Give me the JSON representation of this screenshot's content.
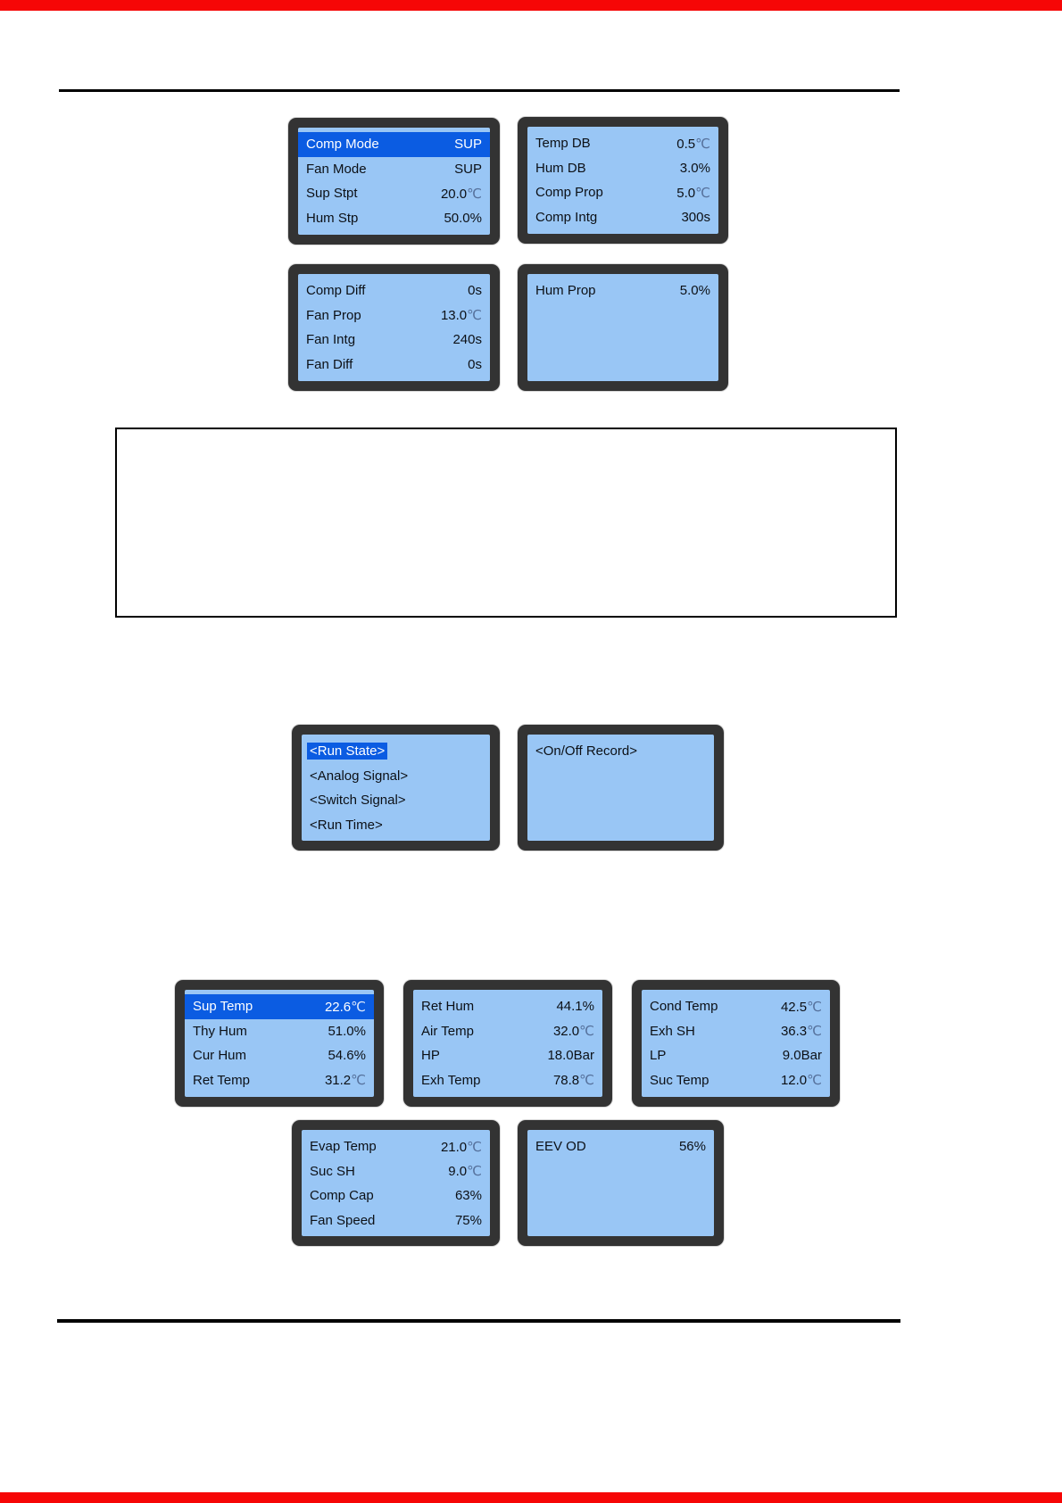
{
  "colors": {
    "page-edge": "#f60606",
    "bezel": "#333333",
    "screen-bg": "#99c6f5",
    "highlight": "#0b5ce2",
    "screen-text": "#0c1016",
    "rule": "#000000"
  },
  "screens": [
    {
      "type": "kv",
      "rows": [
        {
          "label": "Comp Mode",
          "value": "SUP",
          "selected": true
        },
        {
          "label": "Fan Mode",
          "value": "SUP"
        },
        {
          "label": "Sup Stpt",
          "value": "20.0",
          "unit": "℃"
        },
        {
          "label": "Hum Stp",
          "value": "50.0%"
        }
      ]
    },
    {
      "type": "kv",
      "rows": [
        {
          "label": "Temp DB",
          "value": "0.5",
          "unit": "℃"
        },
        {
          "label": "Hum DB",
          "value": "3.0%"
        },
        {
          "label": "Comp Prop",
          "value": "5.0",
          "unit": "℃"
        },
        {
          "label": "Comp Intg",
          "value": "300s"
        }
      ]
    },
    {
      "type": "kv",
      "rows": [
        {
          "label": "Comp Diff",
          "value": "0s"
        },
        {
          "label": "Fan Prop",
          "value": "13.0",
          "unit": "℃"
        },
        {
          "label": "Fan Intg",
          "value": "240s"
        },
        {
          "label": "Fan Diff",
          "value": "0s"
        }
      ]
    },
    {
      "type": "kv",
      "rows": [
        {
          "label": "Hum Prop",
          "value": "5.0%"
        }
      ]
    },
    {
      "type": "menu",
      "rows": [
        {
          "label": "<Run State>",
          "selected": true
        },
        {
          "label": "<Analog Signal>"
        },
        {
          "label": "<Switch Signal>"
        },
        {
          "label": "<Run Time>"
        }
      ]
    },
    {
      "type": "menu",
      "rows": [
        {
          "label": "<On/Off Record>"
        }
      ]
    },
    {
      "type": "kv",
      "rows": [
        {
          "label": "Sup Temp",
          "value": "22.6",
          "unit": "℃",
          "selected": true
        },
        {
          "label": "Thy Hum",
          "value": "51.0%"
        },
        {
          "label": "Cur Hum",
          "value": "54.6%"
        },
        {
          "label": "Ret Temp",
          "value": "31.2",
          "unit": "℃"
        }
      ]
    },
    {
      "type": "kv",
      "rows": [
        {
          "label": "Ret Hum",
          "value": "44.1%"
        },
        {
          "label": "Air Temp",
          "value": "32.0",
          "unit": "℃"
        },
        {
          "label": "HP",
          "value": "18.0Bar"
        },
        {
          "label": "Exh Temp",
          "value": "78.8",
          "unit": "℃"
        }
      ]
    },
    {
      "type": "kv",
      "rows": [
        {
          "label": "Cond Temp",
          "value": "42.5",
          "unit": "℃"
        },
        {
          "label": "Exh SH",
          "value": "36.3",
          "unit": "℃"
        },
        {
          "label": "LP",
          "value": "9.0Bar"
        },
        {
          "label": "Suc Temp",
          "value": "12.0",
          "unit": "℃"
        }
      ]
    },
    {
      "type": "kv",
      "rows": [
        {
          "label": "Evap Temp",
          "value": "21.0",
          "unit": "℃"
        },
        {
          "label": "Suc SH",
          "value": "9.0",
          "unit": "℃"
        },
        {
          "label": "Comp Cap",
          "value": "63%"
        },
        {
          "label": "Fan Speed",
          "value": "75%"
        }
      ]
    },
    {
      "type": "kv",
      "rows": [
        {
          "label": "EEV OD",
          "value": "56%"
        }
      ]
    }
  ]
}
